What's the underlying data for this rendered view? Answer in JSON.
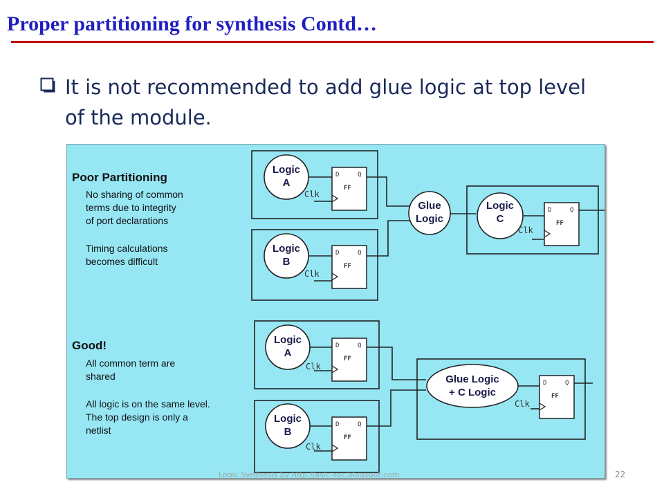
{
  "slide": {
    "title": "Proper partitioning for synthesis Contd…",
    "bullet_line1": "It is not recommended to add glue logic at top level",
    "bullet_line2": "of the module.",
    "footer": "Logic Synthesis by http://asic-soc.blogspot.com",
    "page_number": "22"
  },
  "diagram": {
    "poor_title": "Poor Partitioning",
    "poor_note1": "No sharing of common",
    "poor_note2": "terms due to integrity",
    "poor_note3": "of port declarations",
    "poor_note4": "Timing calculations",
    "poor_note5": "becomes difficult",
    "good_title": "Good!",
    "good_note1": "All common term are",
    "good_note2": "shared",
    "good_note3": "All logic is on the same level.",
    "good_note4": "The top design is only a",
    "good_note5": "netlist",
    "logic_word": "Logic",
    "label_a": "A",
    "label_b": "B",
    "label_c": "C",
    "glue_word": "Glue",
    "glue_logic": "Glue Logic",
    "plus_c_logic": "+ C Logic",
    "ff": "FF",
    "d": "D",
    "q": "Q",
    "clk": "Clk"
  },
  "colors": {
    "title": "#1f1fbf",
    "rule": "#c00000",
    "diagram_bg": "#96e6f4",
    "bullet_text": "#1a2a5a"
  }
}
